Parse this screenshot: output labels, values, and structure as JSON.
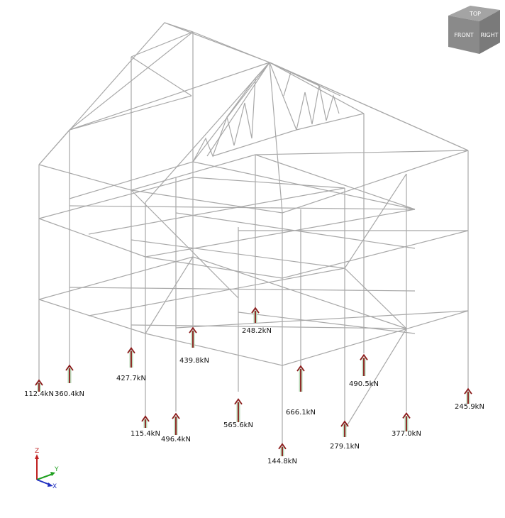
{
  "reactions": [
    {
      "label": "112.4kN",
      "magnitude": 112.4
    },
    {
      "label": "360.4kN",
      "magnitude": 360.4
    },
    {
      "label": "427.7kN",
      "magnitude": 427.7
    },
    {
      "label": "115.4kN",
      "magnitude": 115.4
    },
    {
      "label": "496.4kN",
      "magnitude": 496.4
    },
    {
      "label": "439.8kN",
      "magnitude": 439.8
    },
    {
      "label": "565.6kN",
      "magnitude": 565.6
    },
    {
      "label": "248.2kN",
      "magnitude": 248.2
    },
    {
      "label": "144.8kN",
      "magnitude": 144.8
    },
    {
      "label": "666.1kN",
      "magnitude": 666.1
    },
    {
      "label": "279.1kN",
      "magnitude": 279.1
    },
    {
      "label": "490.5kN",
      "magnitude": 490.5
    },
    {
      "label": "377.0kN",
      "magnitude": 377.0
    },
    {
      "label": "245.9kN",
      "magnitude": 245.9
    }
  ],
  "view_cube": {
    "top": "TOP",
    "front": "FRONT",
    "right": "RIGHT"
  },
  "axes": {
    "z": "Z",
    "y": "Y",
    "x": "X"
  },
  "colors": {
    "frame": "#a8a8a8",
    "reaction_arrow": "#8b1a1a",
    "arrow_glow": "#b8d8b8",
    "axis_x": "#2030c0",
    "axis_y": "#20a020",
    "axis_z": "#c02020",
    "cube": "#8a8a8a"
  }
}
